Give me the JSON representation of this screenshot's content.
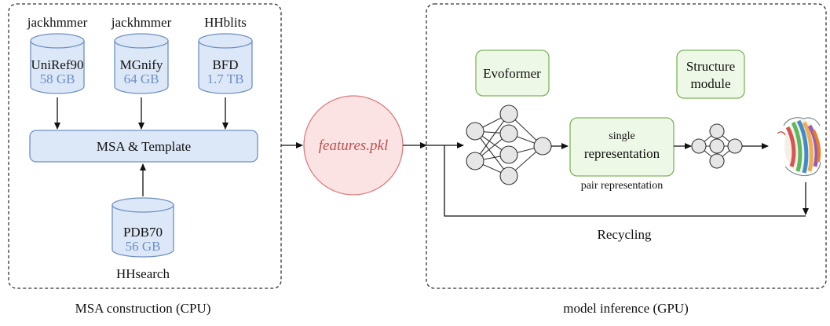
{
  "colors": {
    "db_fill": "#dce8f7",
    "db_stroke": "#6f8fc4",
    "module_fill": "#eef8e6",
    "module_stroke": "#7fb55a",
    "features_fill": "#fbe3e3",
    "features_stroke": "#d97b7b",
    "features_text": "#c0504d",
    "node_fill": "#e6e6e6"
  },
  "left_panel": {
    "title": "MSA construction (CPU)",
    "tools": [
      "jackhmmer",
      "jackhmmer",
      "HHblits"
    ],
    "databases": [
      {
        "name": "UniRef90",
        "size": "58 GB"
      },
      {
        "name": "MGnify",
        "size": "64 GB"
      },
      {
        "name": "BFD",
        "size": "1.7 TB"
      }
    ],
    "msa_box": "MSA & Template",
    "template_db": {
      "name": "PDB70",
      "size": "56 GB"
    },
    "template_tool": "HHsearch"
  },
  "features": "features.pkl",
  "right_panel": {
    "title": "model inference (GPU)",
    "evoformer": "Evoformer",
    "structure_module_line1": "Structure",
    "structure_module_line2": "module",
    "single_rep_line1": "single",
    "single_rep_line2": "representation",
    "pair_rep": "pair representation",
    "recycling": "Recycling"
  }
}
